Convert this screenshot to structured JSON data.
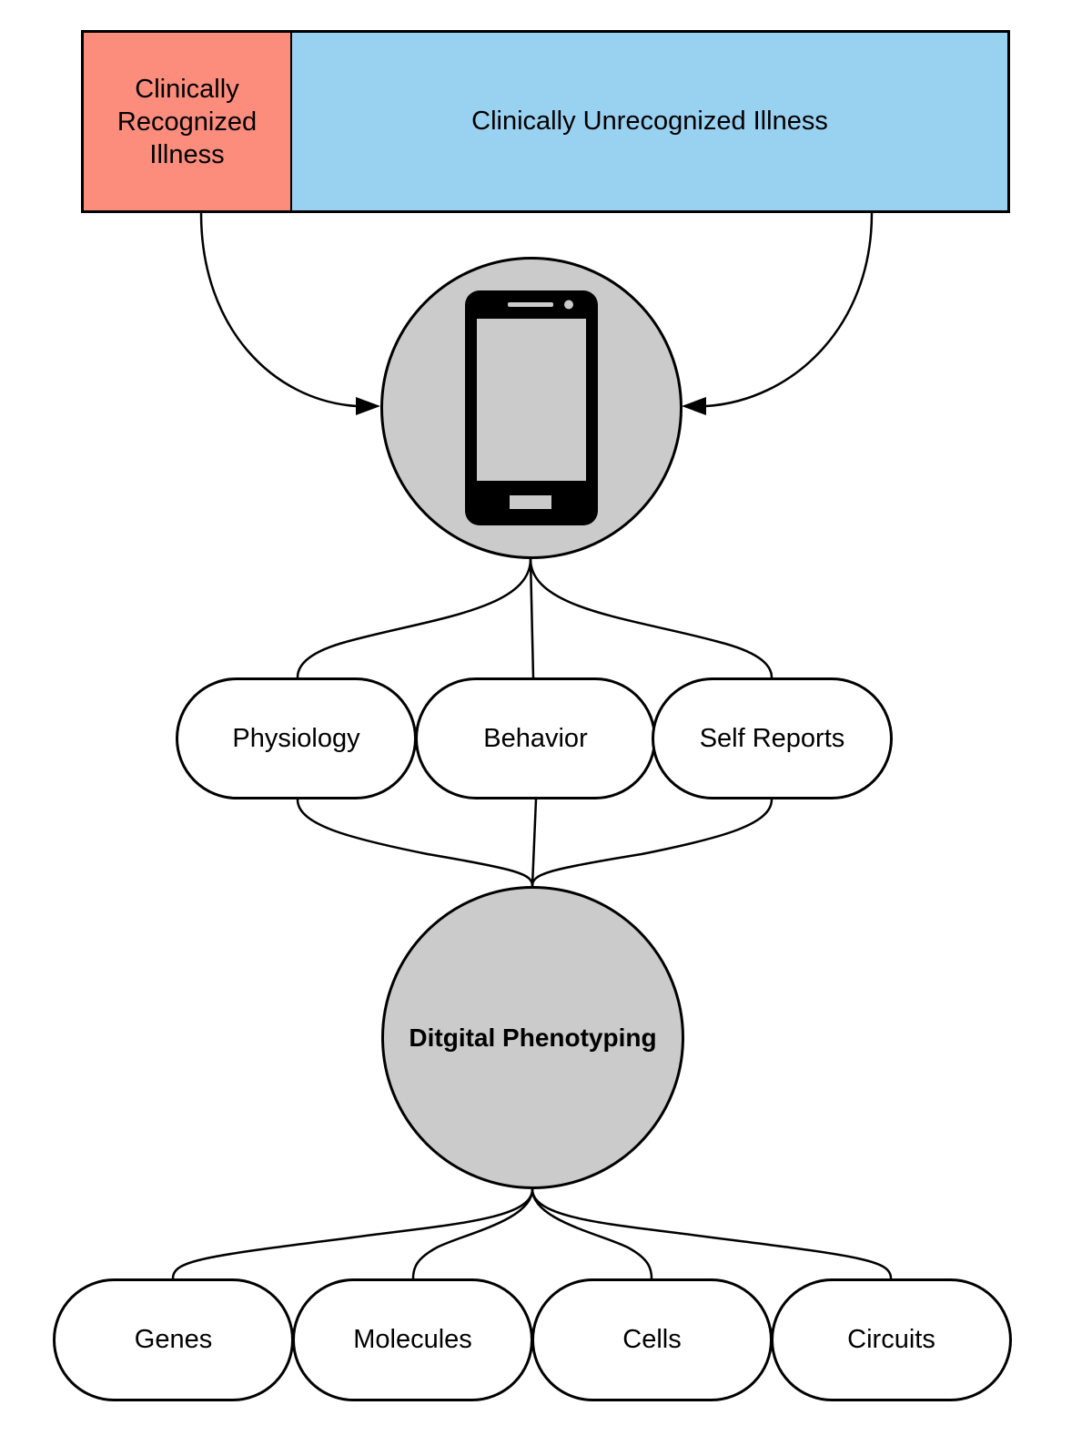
{
  "colors": {
    "recognized_fill": "#fc8c7c",
    "unrecognized_fill": "#99d1f1",
    "circle_fill": "#cbcbcb",
    "node_fill": "#ffffff",
    "stroke": "#000000"
  },
  "top_bar": {
    "recognized_label": "Clinically Recognized Illness",
    "unrecognized_label": "Clinically Unrecognized Illness"
  },
  "device": {
    "icon": "smartphone-icon"
  },
  "data_streams": [
    {
      "label": "Physiology"
    },
    {
      "label": "Behavior"
    },
    {
      "label": "Self Reports"
    }
  ],
  "center": {
    "label": "Ditgital Phenotyping"
  },
  "levels": [
    {
      "label": "Genes"
    },
    {
      "label": "Molecules"
    },
    {
      "label": "Cells"
    },
    {
      "label": "Circuits"
    }
  ]
}
